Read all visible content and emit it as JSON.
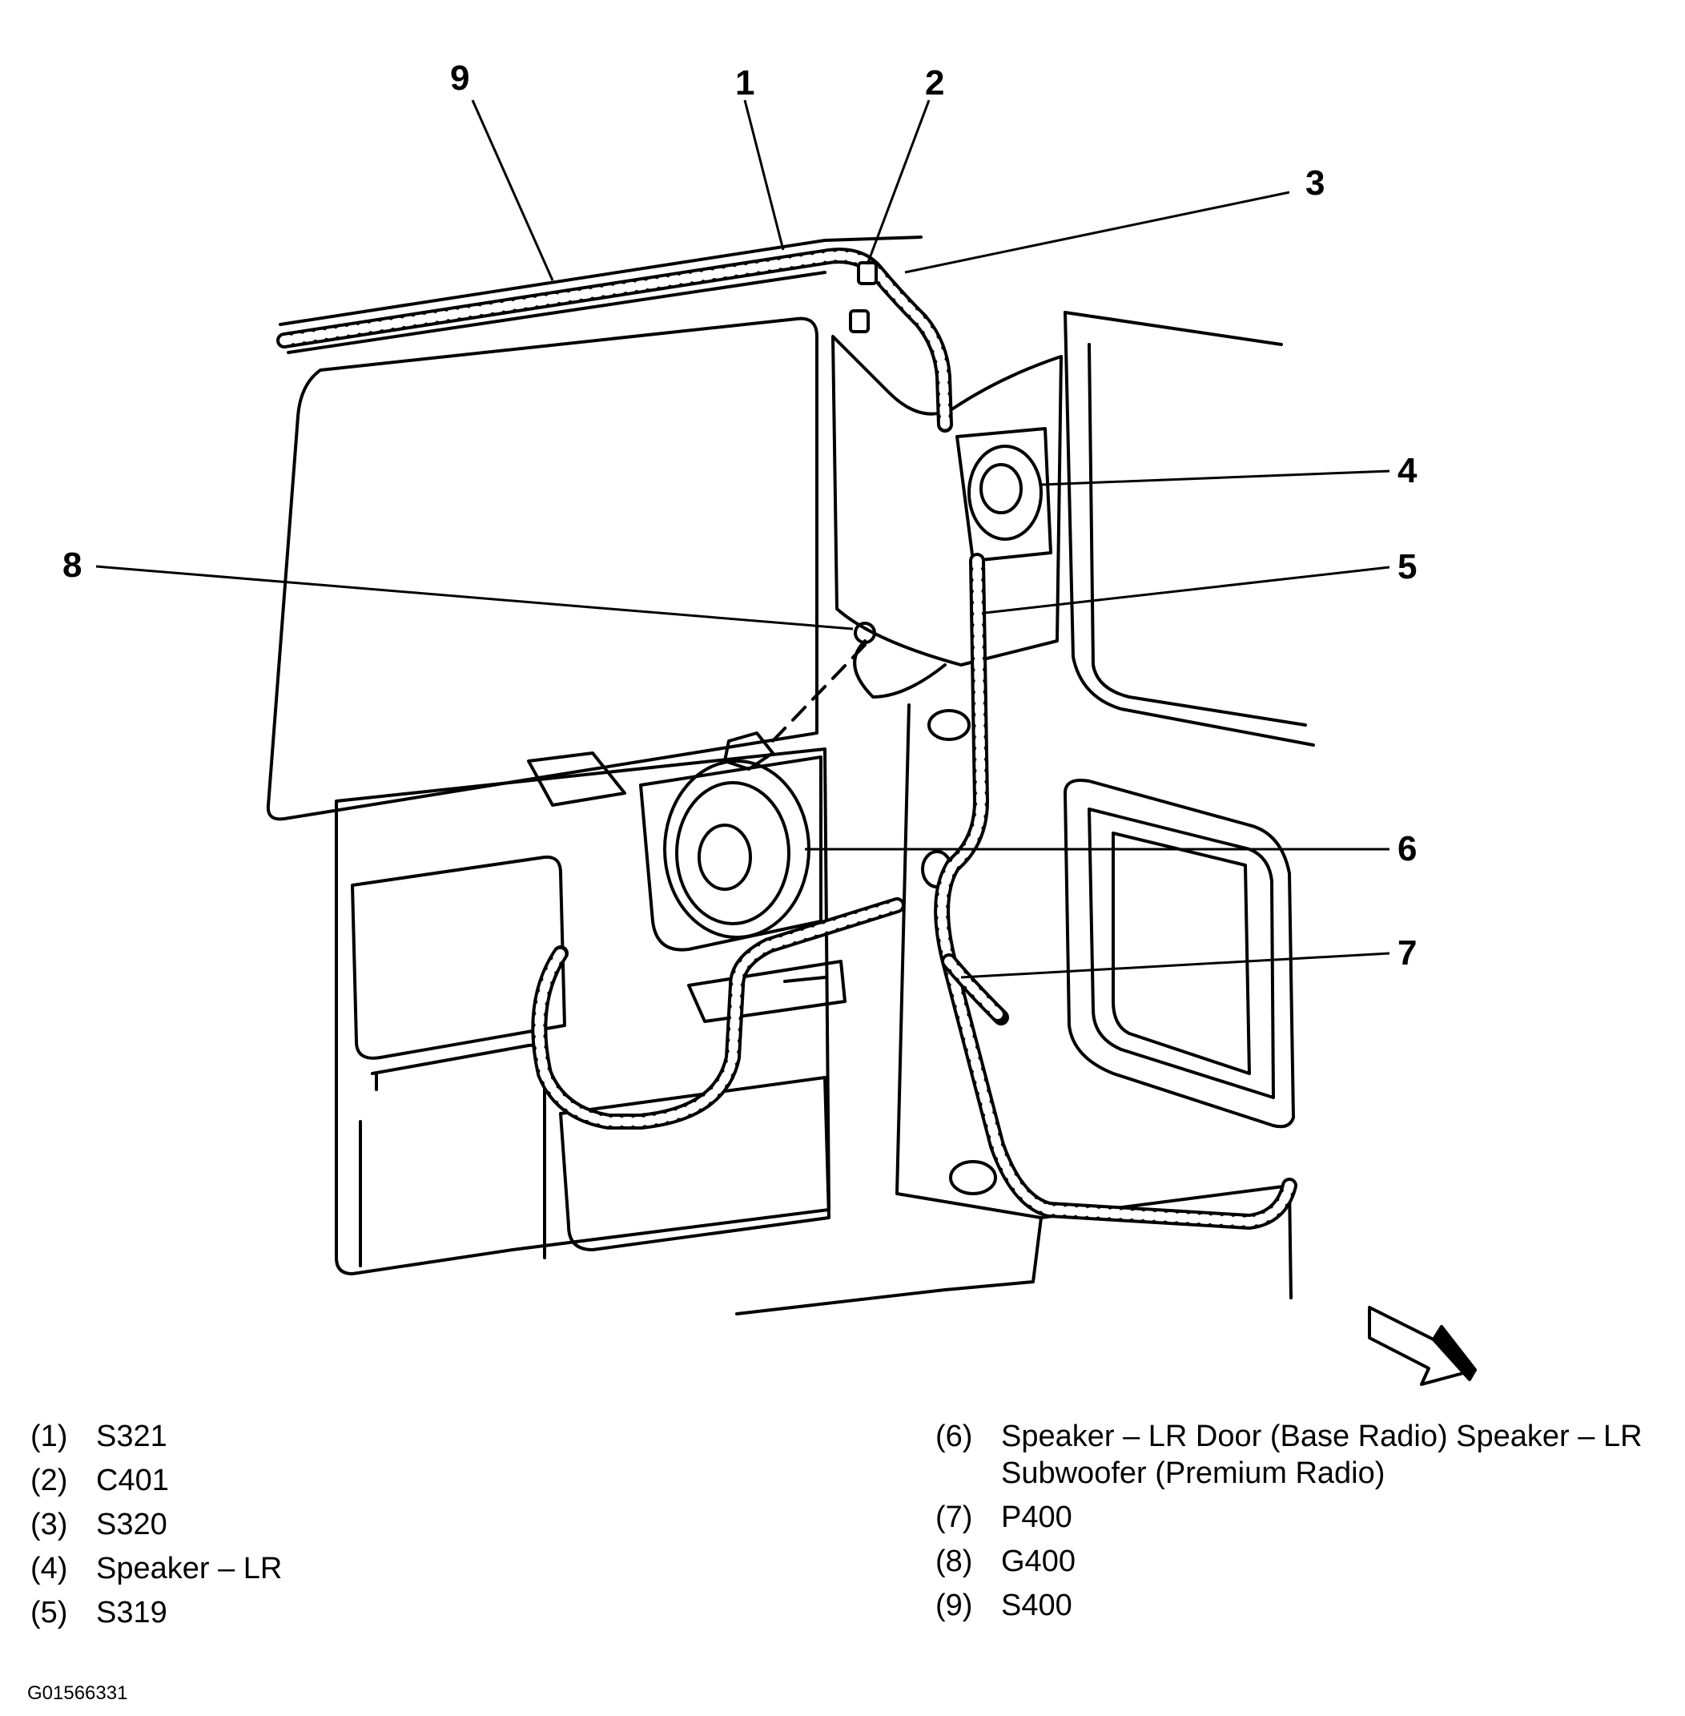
{
  "callouts": [
    {
      "num": "1",
      "label": "S321"
    },
    {
      "num": "2",
      "label": "C401"
    },
    {
      "num": "3",
      "label": "S320"
    },
    {
      "num": "4",
      "label": "Speaker – LR"
    },
    {
      "num": "5",
      "label": "S319"
    },
    {
      "num": "6",
      "label": "Speaker – LR Door (Base Radio) Speaker – LR Subwoofer (Premium Radio)"
    },
    {
      "num": "7",
      "label": "P400"
    },
    {
      "num": "8",
      "label": "G400"
    },
    {
      "num": "9",
      "label": "S400"
    }
  ],
  "legend": {
    "items": [
      {
        "num": "(1)",
        "label": "S321"
      },
      {
        "num": "(2)",
        "label": "C401"
      },
      {
        "num": "(3)",
        "label": "S320"
      },
      {
        "num": "(4)",
        "label": "Speaker – LR"
      },
      {
        "num": "(5)",
        "label": "S319"
      },
      {
        "num": "(6)",
        "label": "Speaker – LR Door (Base Radio) Speaker – LR Subwoofer (Premium Radio)"
      },
      {
        "num": "(7)",
        "label": "P400"
      },
      {
        "num": "(8)",
        "label": "G400"
      },
      {
        "num": "(9)",
        "label": "S400"
      }
    ]
  },
  "figure_id": "G01566331"
}
